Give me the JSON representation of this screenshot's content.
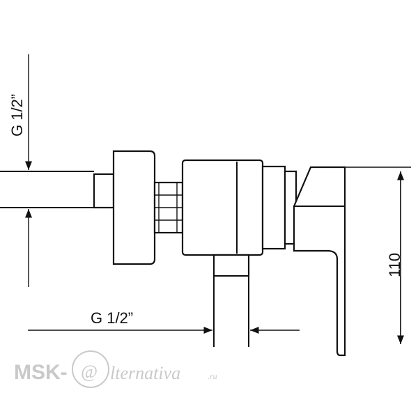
{
  "dimensions": {
    "vertical_thread": "G 1/2”",
    "horizontal_thread": "G 1/2”",
    "height": "110"
  },
  "watermark": {
    "brand": "MSK-",
    "script": "lternativa",
    "domain": ".ru",
    "at_symbol": "@"
  },
  "colors": {
    "line": "#111111",
    "watermark": "#c9c9c9",
    "background": "#ffffff"
  }
}
